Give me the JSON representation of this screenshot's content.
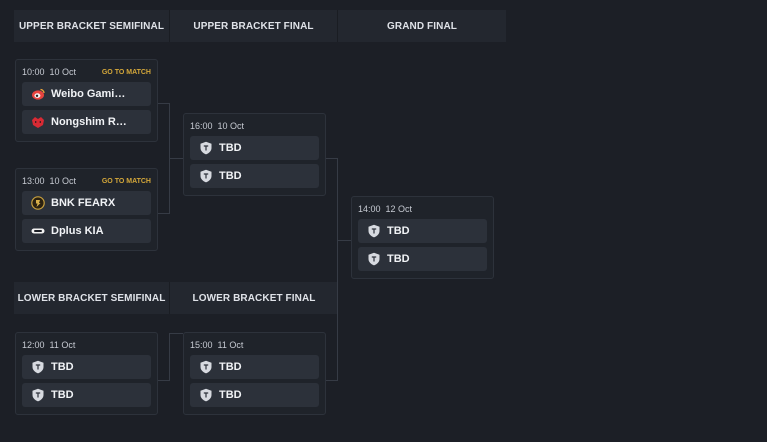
{
  "headers": {
    "ub_semifinal": "UPPER BRACKET SEMIFINAL",
    "ub_final": "UPPER BRACKET FINAL",
    "grand_final": "GRAND FINAL",
    "lb_semifinal": "LOWER BRACKET SEMIFINAL",
    "lb_final": "LOWER BRACKET FINAL"
  },
  "go_to_match_label": "GO TO MATCH",
  "matches": {
    "ubsf1": {
      "time": "10:00",
      "date": "10 Oct",
      "team1": {
        "name": "Weibo Gami…",
        "icon": "weibo-gaming-logo"
      },
      "team2": {
        "name": "Nongshim R…",
        "icon": "nongshim-redforce-logo"
      }
    },
    "ubsf2": {
      "time": "13:00",
      "date": "10 Oct",
      "team1": {
        "name": "BNK FEARX",
        "icon": "bnk-fearx-logo"
      },
      "team2": {
        "name": "Dplus KIA",
        "icon": "dplus-kia-logo"
      }
    },
    "ubf": {
      "time": "16:00",
      "date": "10 Oct",
      "team1": {
        "name": "TBD",
        "icon": "tbd-shield-icon"
      },
      "team2": {
        "name": "TBD",
        "icon": "tbd-shield-icon"
      }
    },
    "gf": {
      "time": "14:00",
      "date": "12 Oct",
      "team1": {
        "name": "TBD",
        "icon": "tbd-shield-icon"
      },
      "team2": {
        "name": "TBD",
        "icon": "tbd-shield-icon"
      }
    },
    "lbsf": {
      "time": "12:00",
      "date": "11 Oct",
      "team1": {
        "name": "TBD",
        "icon": "tbd-shield-icon"
      },
      "team2": {
        "name": "TBD",
        "icon": "tbd-shield-icon"
      }
    },
    "lbf": {
      "time": "15:00",
      "date": "11 Oct",
      "team1": {
        "name": "TBD",
        "icon": "tbd-shield-icon"
      },
      "team2": {
        "name": "TBD",
        "icon": "tbd-shield-icon"
      }
    }
  },
  "colors": {
    "background": "#1c1f26",
    "header_bg": "#23272f",
    "card_bg": "#1f232a",
    "team_row_bg": "#2c313a",
    "go_to_match": "#d4a73a"
  }
}
